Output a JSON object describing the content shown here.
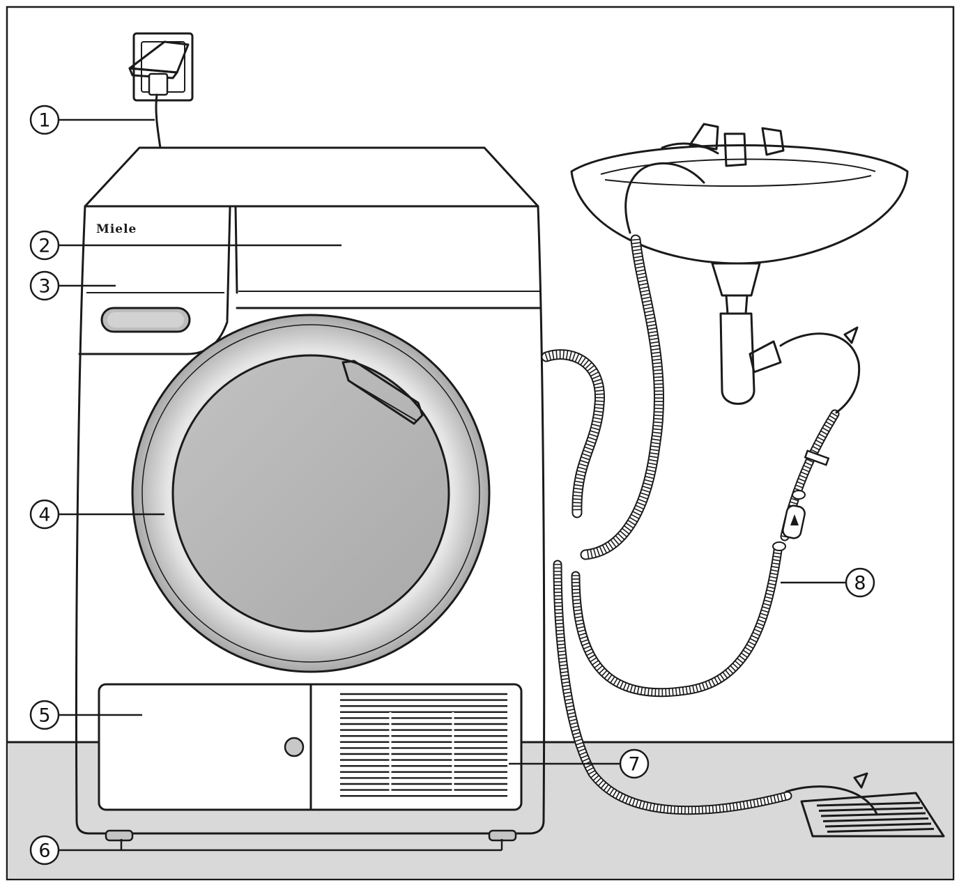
{
  "diagram": {
    "brand_label": "Miele",
    "callouts": [
      {
        "id": "1",
        "label": "1"
      },
      {
        "id": "2",
        "label": "2"
      },
      {
        "id": "3",
        "label": "3"
      },
      {
        "id": "4",
        "label": "4"
      },
      {
        "id": "5",
        "label": "5"
      },
      {
        "id": "6",
        "label": "6"
      },
      {
        "id": "7",
        "label": "7"
      },
      {
        "id": "8",
        "label": "8"
      }
    ],
    "colors": {
      "line": "#1a1a1a",
      "floor": "#d9d9d9",
      "door_glass": "#b4b4b4",
      "door_ring": "#cfcfcf",
      "handle": "#bdbdbd",
      "background": "#ffffff"
    },
    "icons": [
      "power-socket-icon",
      "sink-icon",
      "drain-icon"
    ]
  }
}
